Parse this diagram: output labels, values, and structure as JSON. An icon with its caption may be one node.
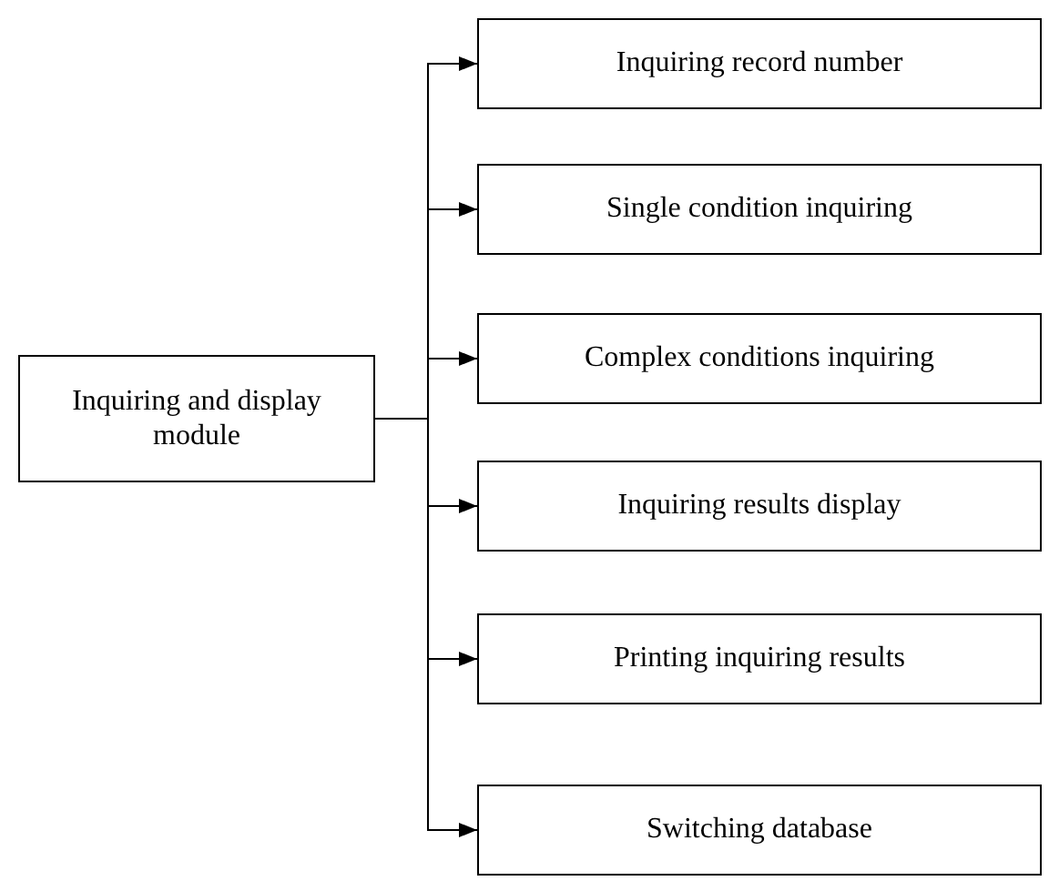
{
  "diagram": {
    "nodes": [
      {
        "text": [
          "Inquiring and display module"
        ]
      },
      {
        "text": [
          "Inquiring record number"
        ]
      },
      {
        "text": [
          "Single condition inquiring"
        ]
      },
      {
        "text": [
          "Complex conditions inquiring"
        ]
      },
      {
        "text": [
          "Inquiring results display"
        ]
      },
      {
        "text": [
          "Printing inquiring results"
        ]
      },
      {
        "text": [
          "Switching database"
        ]
      }
    ],
    "edges": [
      {
        "from": 0,
        "to": 1,
        "arrow": "to"
      },
      {
        "from": 0,
        "to": 2,
        "arrow": "to"
      },
      {
        "from": 0,
        "to": 3,
        "arrow": "to"
      },
      {
        "from": 0,
        "to": 4,
        "arrow": "to"
      },
      {
        "from": 0,
        "to": 5,
        "arrow": "to"
      },
      {
        "from": 0,
        "to": 6,
        "arrow": "to"
      }
    ]
  }
}
